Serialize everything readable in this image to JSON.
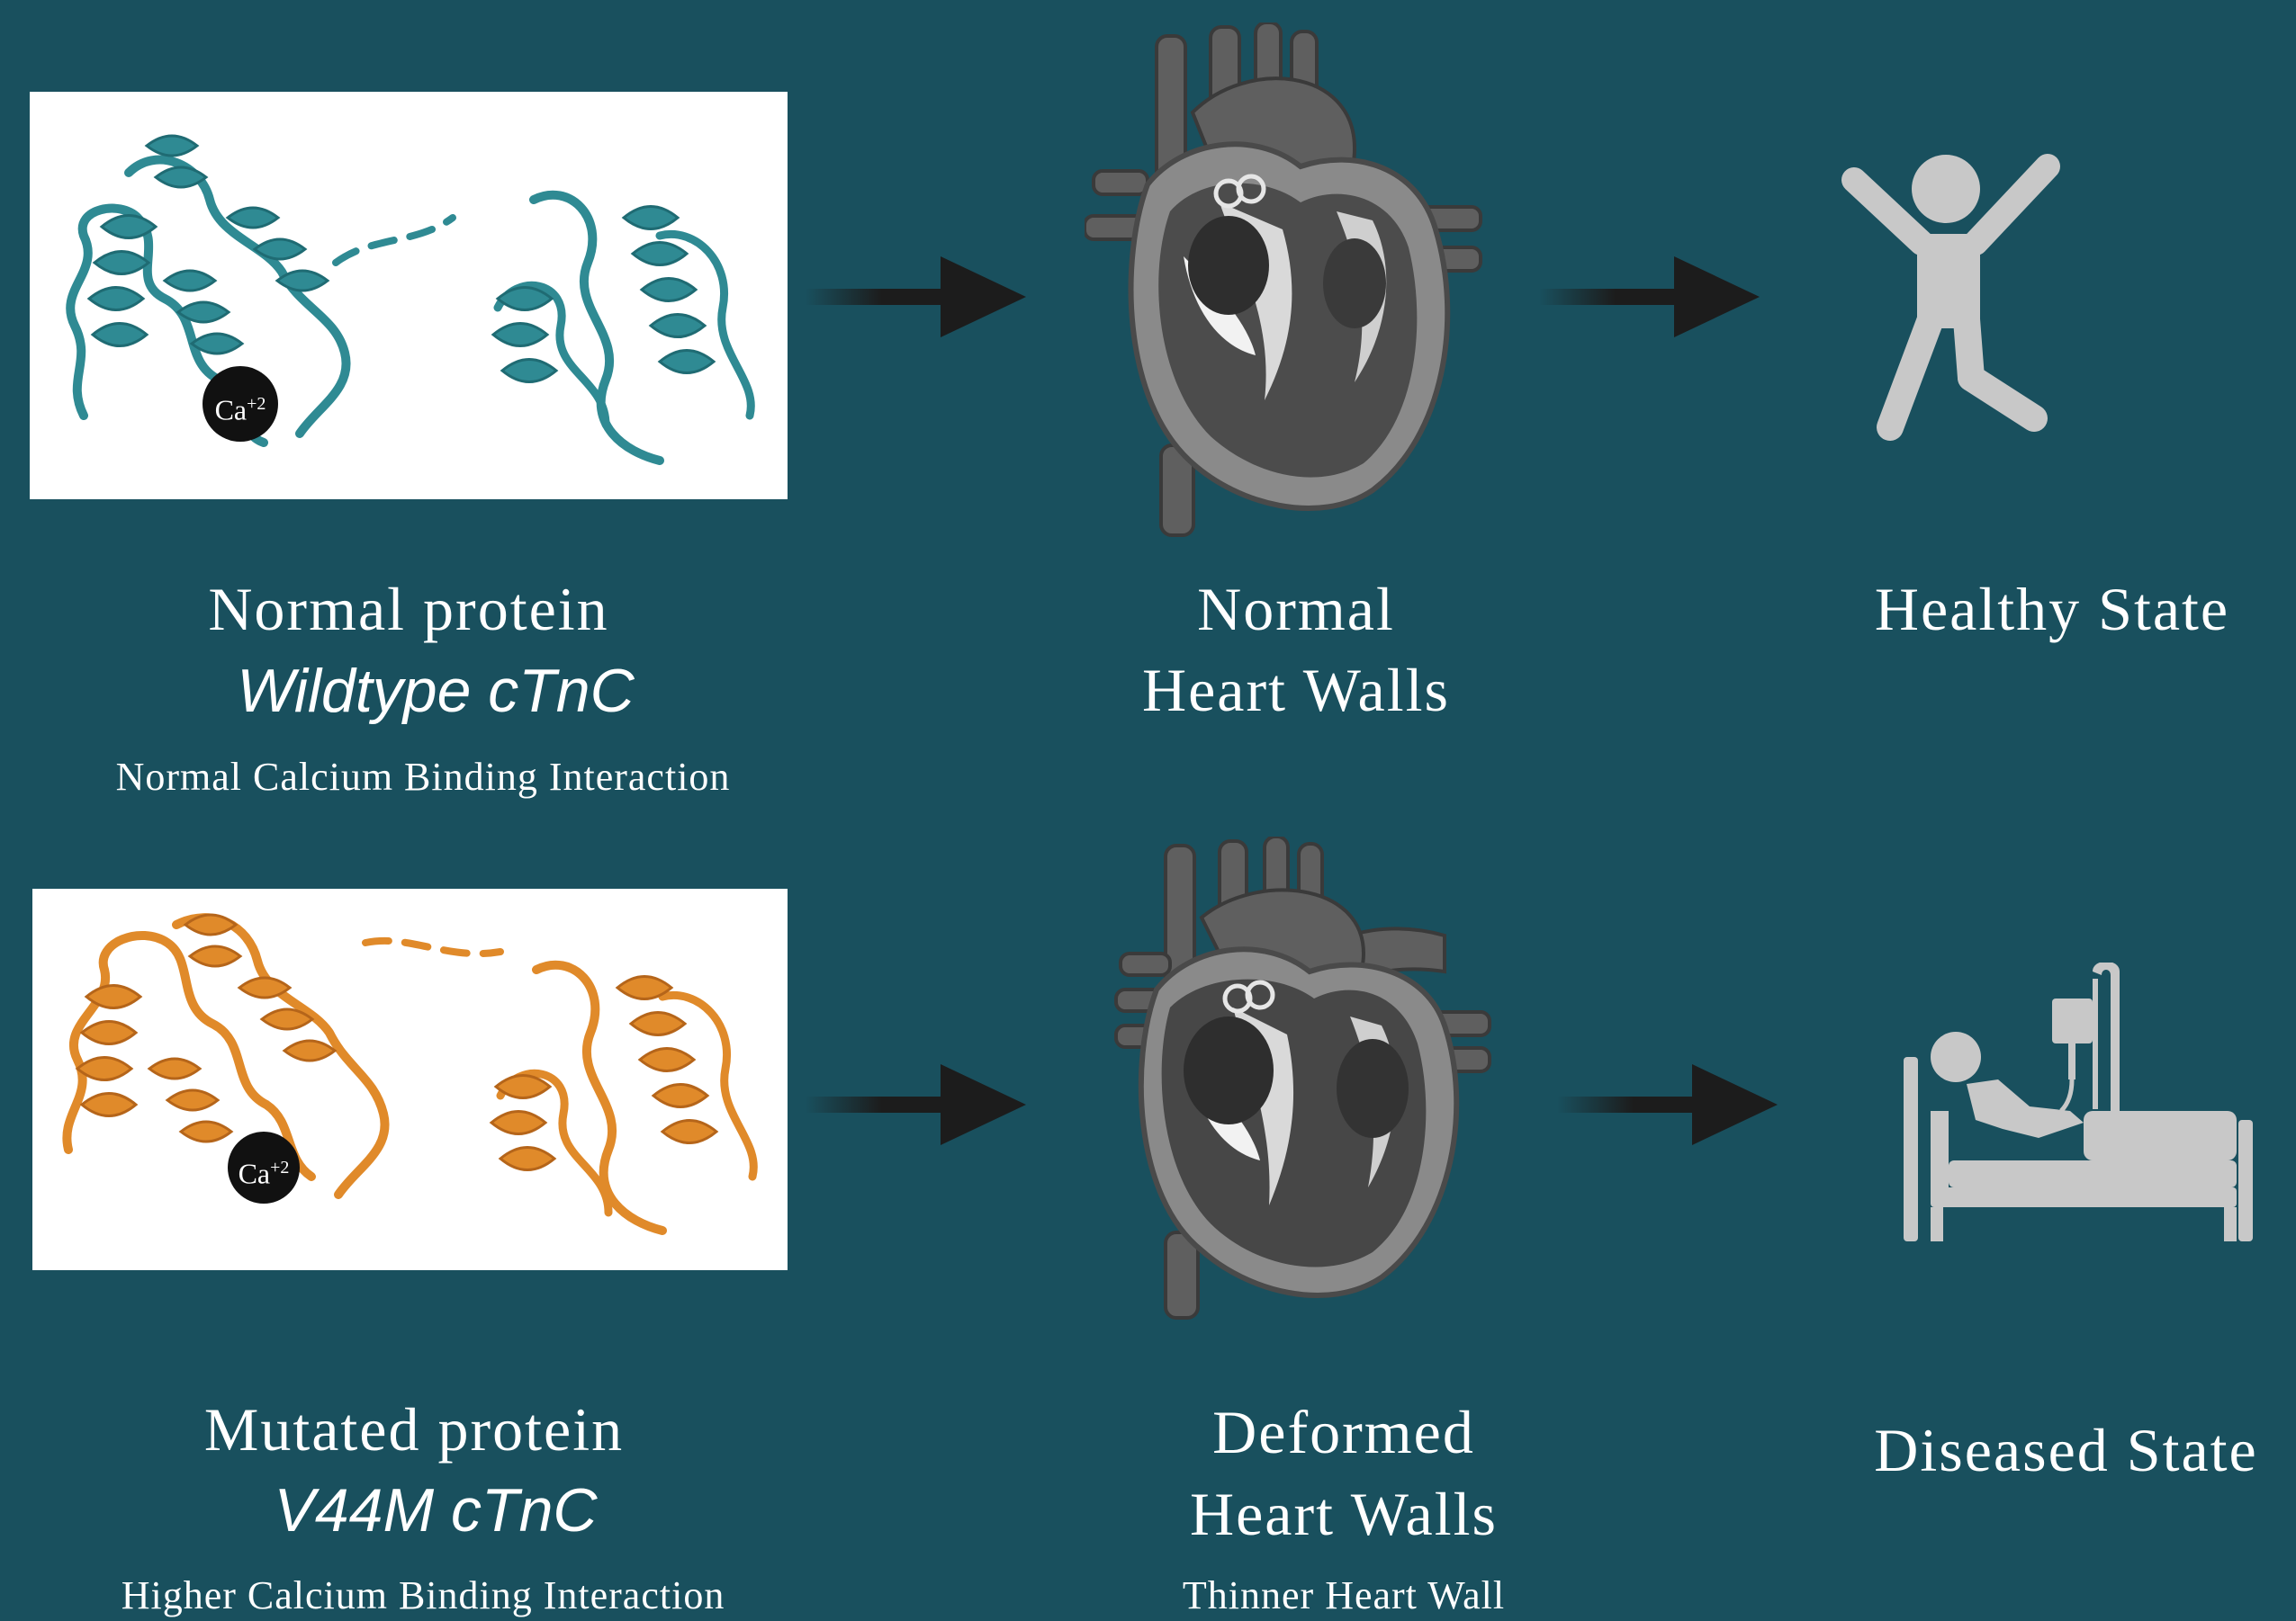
{
  "colors": {
    "background": "#19505e",
    "wildtype_protein": "#2f8a93",
    "mutant_protein": "#e08a2a",
    "heart_grey": "#6e6e6e",
    "person_grey": "#c8c8c8",
    "arrow": "#1c1c1c"
  },
  "rows": [
    {
      "protein": {
        "ion_label": "Ca",
        "ion_charge": "+2",
        "title": "Normal protein",
        "variant": "Wildtype cTnC",
        "detail": "Normal Calcium Binding Interaction"
      },
      "heart": {
        "line1": "Normal",
        "line2": "Heart Walls",
        "detail": ""
      },
      "outcome": {
        "label": "Healthy State",
        "icon": "healthy-person-icon"
      }
    },
    {
      "protein": {
        "ion_label": "Ca",
        "ion_charge": "+2",
        "title": "Mutated protein",
        "variant": "V44M cTnC",
        "detail": "Higher Calcium Binding Interaction"
      },
      "heart": {
        "line1": "Deformed",
        "line2": "Heart Walls",
        "detail": "Thinner Heart Wall"
      },
      "outcome": {
        "label": "Diseased State",
        "icon": "hospital-bed-patient-icon"
      }
    }
  ]
}
